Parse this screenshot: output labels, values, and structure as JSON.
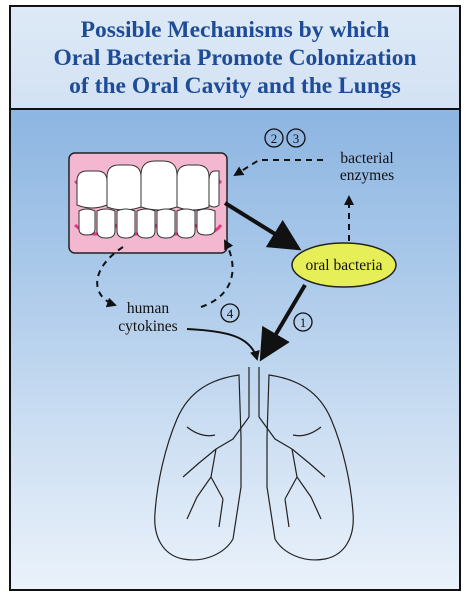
{
  "title": "Possible Mechanisms by which\nOral Bacteria Promote Colonization\nof the Oral Cavity and the Lungs",
  "labels": {
    "enzymes_line1": "bacterial",
    "enzymes_line2": "enzymes",
    "oral_bacteria": "oral bacteria",
    "cytokines_line1": "human",
    "cytokines_line2": "cytokines"
  },
  "markers": {
    "m1": "1",
    "m2": "2",
    "m3": "3",
    "m4": "4"
  },
  "colors": {
    "title": "#1f4c97",
    "gum": "#f3b8cf",
    "gum_edge": "#e03a86",
    "bacteria_fill": "#e7ef58",
    "background_top": "#7aa9dc",
    "background_bottom": "#eaf2fb"
  }
}
